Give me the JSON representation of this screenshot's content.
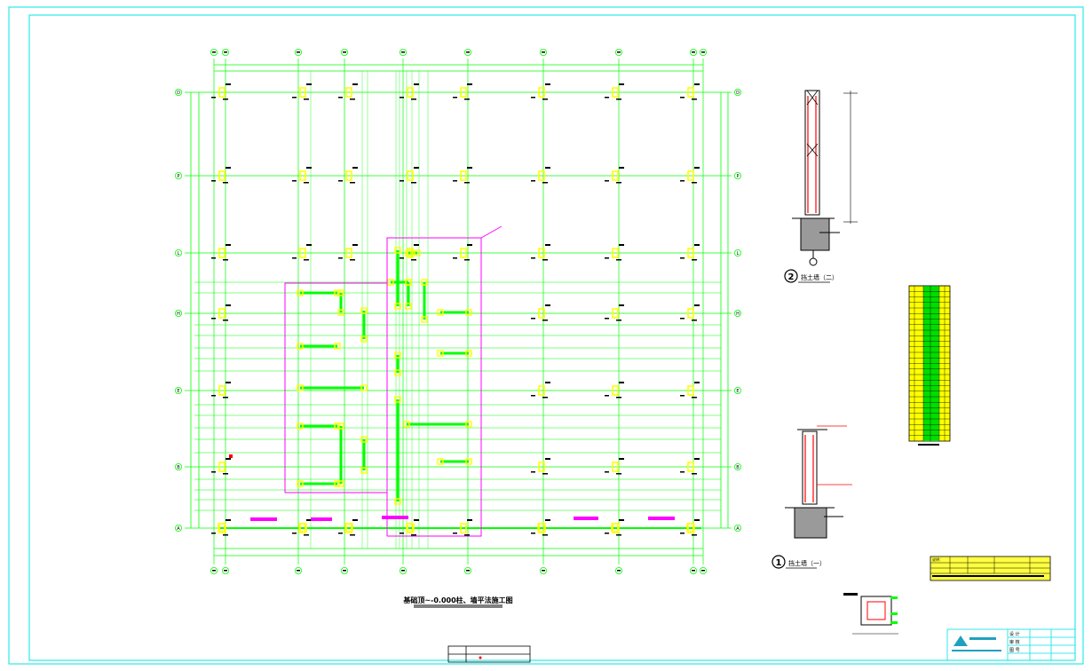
{
  "drawing": {
    "colors": {
      "frame": "#00e5e5",
      "grid": "#00ff00",
      "column": "#ffff00",
      "highlight": "#ff00ff",
      "section": "#ff0000",
      "dark": "#000000"
    },
    "rows_left": [
      "D",
      "P",
      "L",
      "H",
      "E",
      "B",
      "A"
    ],
    "rows_right": [
      "D",
      "P",
      "L",
      "H",
      "E",
      "B",
      "A"
    ],
    "main_title": "基础顶~-0.000柱、墙平法施工图",
    "section_titles": [
      "挡土墙（二）",
      "挡土墙（一）"
    ],
    "section_numbers": [
      "2",
      "1"
    ],
    "note_text": "说明：",
    "title_block_rows": [
      "设 计",
      "审 核",
      "图 号"
    ]
  }
}
